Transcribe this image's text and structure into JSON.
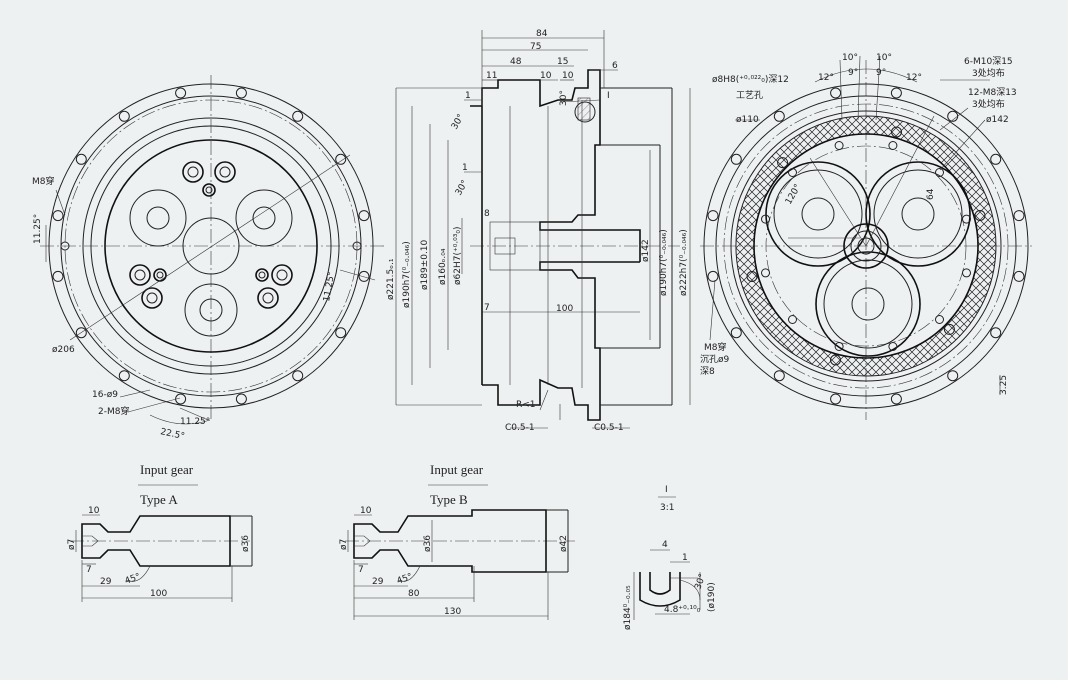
{
  "front_view": {
    "labels": {
      "m8_through": "M8穿",
      "angle_1125_left": "11.25°",
      "angle_1125_right": "11.25°",
      "dia_206": "ø206",
      "holes_16": "16-ø9",
      "holes_2m8": "2-M8穿",
      "angle_1125_bottom": "11.25°",
      "angle_225": "22.5°"
    }
  },
  "section_view": {
    "top_dims": [
      "84",
      "75",
      "48",
      "15",
      "11",
      "10",
      "10",
      "6"
    ],
    "left_small": [
      "1",
      "30°",
      "1",
      "30°",
      "8",
      "7"
    ],
    "label_30_top": "30°",
    "label_I": "I",
    "dia_labels": [
      "ø221.5ₒ.₁",
      "ø190h7(⁰₋₀.₀₄₆)",
      "ø189±0.10",
      "ø160ₒ.₀₄",
      "ø62H7(⁺⁰·⁰³₀)"
    ],
    "right_dias": [
      "ø142",
      "ø190h7(⁰₋₀.₀₄₆)",
      "ø222h7(⁰₋₀.₀₄₆)"
    ],
    "len_100": "100",
    "r_label": "R<1",
    "chamfer_left": "C0.5-1",
    "chamfer_right": "C0.5-1"
  },
  "rear_view": {
    "labels": {
      "angle_10a": "10°",
      "angle_10b": "10°",
      "angle_12a": "12°",
      "angle_9a": "9°",
      "angle_9b": "9°",
      "angle_12b": "12°",
      "hole_8h8": "ø8H8(⁺⁰·⁰²²₀)深12",
      "process_hole": "工艺孔",
      "thread_6m10": "6-M10深15",
      "uniform_3a": "3处均布",
      "thread_12m8": "12-M8深13",
      "uniform_3b": "3处均布",
      "dia_110": "ø110",
      "dia_142": "ø142",
      "angle_120": "120°",
      "dim_64": "64",
      "m8_through": "M8穿",
      "counterbore": "沉孔ø9",
      "depth_8": "深8",
      "dim_325": "3.25"
    }
  },
  "gear_a": {
    "title": "Input gear",
    "type": "Type A",
    "dims": [
      "10",
      "ø7",
      "7",
      "29",
      "45°",
      "100",
      "ø36"
    ]
  },
  "gear_b": {
    "title": "Input gear",
    "type": "Type B",
    "dims": [
      "10",
      "ø7",
      "7",
      "29",
      "45°",
      "80",
      "130",
      "ø36",
      "ø42"
    ]
  },
  "detail": {
    "title": "I",
    "scale": "3:1",
    "dims": [
      "4",
      "1",
      "30°",
      "ø184⁰₋₀.₀₅",
      "4.8⁺⁰·¹⁰₀",
      "(ø190)"
    ]
  }
}
